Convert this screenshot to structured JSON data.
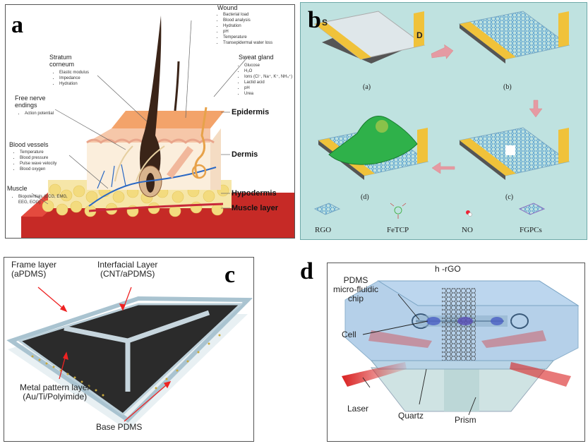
{
  "panel_a": {
    "label": "a",
    "wound": {
      "title": "Wound",
      "items": [
        "Bacterial load",
        "Blood analysis",
        "Hydration",
        "pH",
        "Temperature",
        "Transepidermal water loss"
      ]
    },
    "stratum": {
      "title1": "Stratum",
      "title2": "corneum",
      "items": [
        "Elastic modulus",
        "Impedance",
        "Hydration"
      ]
    },
    "sweat": {
      "title": "Sweat gland",
      "items": [
        "Glucose",
        "H₂O",
        "Ions (Cl⁻, Na⁺, K⁺, NH₄⁺)",
        "Lactid acid",
        "pH",
        "Urea"
      ]
    },
    "nerve": {
      "title1": "Free nerve",
      "title2": "endings",
      "items": [
        "Action potential"
      ]
    },
    "blood": {
      "title": "Blood vessels",
      "items": [
        "Temperature",
        "Blood pressure",
        "Pulse wave velocity",
        "Blood oxygen"
      ]
    },
    "muscle": {
      "title": "Muscle",
      "items": [
        "Biopotentials (ECG, EMG,",
        "EEG, EOG)"
      ]
    },
    "layers": [
      "Epidermis",
      "Dermis",
      "Hypodermis",
      "Muscle layer"
    ]
  },
  "panel_b": {
    "label": "b",
    "electrode_s": "S",
    "electrode_d": "D",
    "steps": [
      "(a)",
      "(b)",
      "(c)",
      "(d)"
    ],
    "legend": [
      "RGO",
      "FeTCP",
      "NO",
      "FGPCs"
    ]
  },
  "panel_c": {
    "label": "c",
    "frame": [
      "Frame layer",
      "(aPDMS)"
    ],
    "interfacial": [
      "Interfacial Layer",
      "(CNT/aPDMS)"
    ],
    "metal": [
      "Metal pattern layer",
      "(Au/Ti/Polyimide)"
    ],
    "base": "Base PDMS"
  },
  "panel_d": {
    "label": "d",
    "pdms": [
      "PDMS",
      "micro-fluidic",
      "chip"
    ],
    "hrgo": "h -rGO",
    "cell": "Cell",
    "laser": "Laser",
    "quartz": "Quartz",
    "prism": "Prism"
  }
}
